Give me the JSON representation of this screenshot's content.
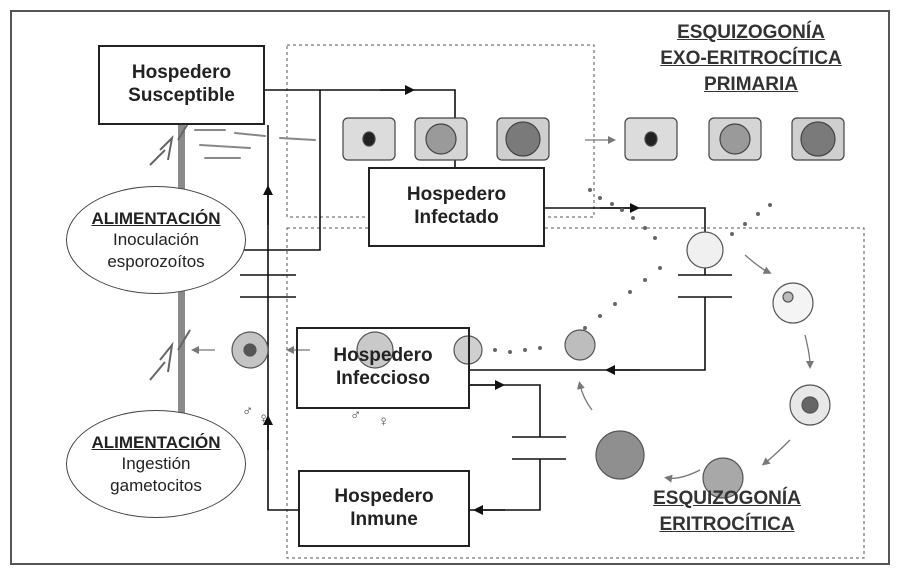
{
  "hosts": {
    "susceptible": [
      "Hospedero",
      "Susceptible"
    ],
    "infected": [
      "Hospedero",
      "Infectado"
    ],
    "infectious": [
      "Hospedero",
      "Infeccioso"
    ],
    "immune": [
      "Hospedero",
      "Inmune"
    ]
  },
  "feeding": {
    "inoculation": {
      "heading": "ALIMENTACIÓN",
      "lines": [
        "Inoculación",
        "esporozoítos"
      ]
    },
    "ingestion": {
      "heading": "ALIMENTACIÓN",
      "lines": [
        "Ingestión",
        "gametocitos"
      ]
    }
  },
  "titles": {
    "exo": [
      "ESQUIZOGONÍA",
      "EXO-ERITROCÍTICA",
      "PRIMARIA"
    ],
    "eri": [
      "ESQUIZOGONÍA",
      "ERITROCÍTICA"
    ]
  },
  "symbols": {
    "male": "♂",
    "female": "♀"
  }
}
